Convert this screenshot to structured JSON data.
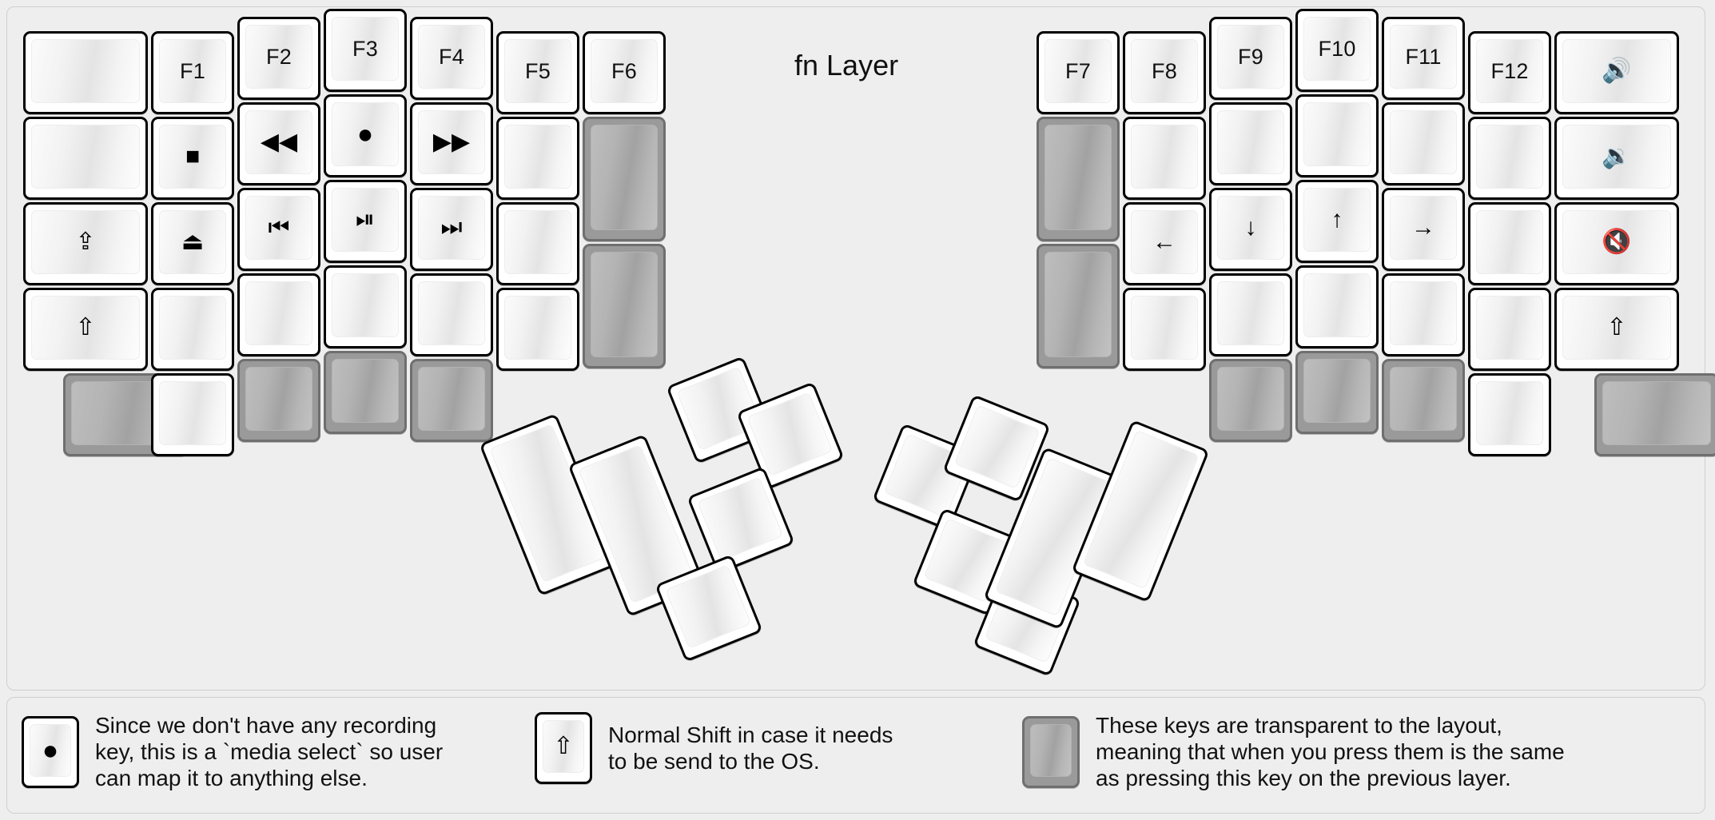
{
  "title": "fn Layer",
  "colors": {
    "background": "#eeeeee",
    "key_face": "#ffffff",
    "key_outline": "#000000",
    "transparent_key": "#9a9a9a",
    "text": "#111111"
  },
  "icons": {
    "record": "●",
    "stop": "■",
    "eject": "⏏",
    "rewind": "◀◀",
    "fast_forward": "▶▶",
    "prev_track": "⏮",
    "play_pause": "⏯",
    "next_track": "⏭",
    "caps_lock": "⇪",
    "shift": "⇧",
    "arrow_left": "←",
    "arrow_down": "↓",
    "arrow_up": "↑",
    "arrow_right": "→",
    "volume_up": "🔊",
    "volume_down": "🔉",
    "mute": "🔇"
  },
  "left_half": {
    "columns": [
      {
        "name": "col-outer",
        "keys": [
          {
            "name": "key-l-c0-r0",
            "label": "",
            "kind": "blank"
          },
          {
            "name": "key-l-c0-r1",
            "label": "",
            "kind": "blank"
          },
          {
            "name": "key-l-c0-r2",
            "label": "⇪",
            "kind": "glyph"
          },
          {
            "name": "key-l-c0-r3",
            "label": "⇧",
            "kind": "glyph"
          },
          {
            "name": "key-l-c0-r4",
            "label": "",
            "kind": "transparent"
          }
        ]
      },
      {
        "name": "col-pinky",
        "keys": [
          {
            "name": "key-l-c1-r0",
            "label": "F1",
            "kind": "text"
          },
          {
            "name": "key-l-c1-r1",
            "label": "■",
            "kind": "glyph"
          },
          {
            "name": "key-l-c1-r2",
            "label": "⏏",
            "kind": "glyph"
          },
          {
            "name": "key-l-c1-r3",
            "label": "",
            "kind": "blank"
          },
          {
            "name": "key-l-c1-r4",
            "label": "",
            "kind": "blank"
          }
        ]
      },
      {
        "name": "col-ring",
        "keys": [
          {
            "name": "key-l-c2-r0",
            "label": "F2",
            "kind": "text"
          },
          {
            "name": "key-l-c2-r1",
            "label": "◀◀",
            "kind": "glyph"
          },
          {
            "name": "key-l-c2-r2",
            "label": "⏮",
            "kind": "glyph"
          },
          {
            "name": "key-l-c2-r3",
            "label": "",
            "kind": "blank"
          },
          {
            "name": "key-l-c2-r4",
            "label": "",
            "kind": "transparent"
          }
        ]
      },
      {
        "name": "col-middle",
        "keys": [
          {
            "name": "key-l-c3-r0",
            "label": "F3",
            "kind": "text"
          },
          {
            "name": "key-l-c3-r1",
            "label": "●",
            "kind": "glyph"
          },
          {
            "name": "key-l-c3-r2",
            "label": "⏯",
            "kind": "glyph"
          },
          {
            "name": "key-l-c3-r3",
            "label": "",
            "kind": "blank"
          },
          {
            "name": "key-l-c3-r4",
            "label": "",
            "kind": "transparent"
          }
        ]
      },
      {
        "name": "col-index",
        "keys": [
          {
            "name": "key-l-c4-r0",
            "label": "F4",
            "kind": "text"
          },
          {
            "name": "key-l-c4-r1",
            "label": "▶▶",
            "kind": "glyph"
          },
          {
            "name": "key-l-c4-r2",
            "label": "⏭",
            "kind": "glyph"
          },
          {
            "name": "key-l-c4-r3",
            "label": "",
            "kind": "blank"
          },
          {
            "name": "key-l-c4-r4",
            "label": "",
            "kind": "transparent"
          }
        ]
      },
      {
        "name": "col-inner",
        "keys": [
          {
            "name": "key-l-c5-r0",
            "label": "F5",
            "kind": "text"
          },
          {
            "name": "key-l-c5-r1",
            "label": "",
            "kind": "blank"
          },
          {
            "name": "key-l-c5-r2",
            "label": "",
            "kind": "blank"
          },
          {
            "name": "key-l-c5-r3",
            "label": "",
            "kind": "blank"
          }
        ]
      },
      {
        "name": "col-innermost",
        "keys": [
          {
            "name": "key-l-c6-r0",
            "label": "F6",
            "kind": "text"
          },
          {
            "name": "key-l-c6-r1",
            "label": "",
            "kind": "transparent"
          },
          {
            "name": "key-l-c6-r2",
            "label": "",
            "kind": "transparent"
          }
        ]
      }
    ]
  },
  "right_half": {
    "columns": [
      {
        "name": "col-innermost",
        "keys": [
          {
            "name": "key-r-c0-r0",
            "label": "F7",
            "kind": "text"
          },
          {
            "name": "key-r-c0-r1",
            "label": "",
            "kind": "transparent"
          },
          {
            "name": "key-r-c0-r2",
            "label": "",
            "kind": "transparent"
          }
        ]
      },
      {
        "name": "col-inner",
        "keys": [
          {
            "name": "key-r-c1-r0",
            "label": "F8",
            "kind": "text"
          },
          {
            "name": "key-r-c1-r1",
            "label": "",
            "kind": "blank"
          },
          {
            "name": "key-r-c1-r2",
            "label": "←",
            "kind": "glyph"
          },
          {
            "name": "key-r-c1-r3",
            "label": "",
            "kind": "blank"
          }
        ]
      },
      {
        "name": "col-index",
        "keys": [
          {
            "name": "key-r-c2-r0",
            "label": "F9",
            "kind": "text"
          },
          {
            "name": "key-r-c2-r1",
            "label": "",
            "kind": "blank"
          },
          {
            "name": "key-r-c2-r2",
            "label": "↓",
            "kind": "glyph"
          },
          {
            "name": "key-r-c2-r3",
            "label": "",
            "kind": "blank"
          },
          {
            "name": "key-r-c2-r4",
            "label": "",
            "kind": "transparent"
          }
        ]
      },
      {
        "name": "col-middle",
        "keys": [
          {
            "name": "key-r-c3-r0",
            "label": "F10",
            "kind": "text"
          },
          {
            "name": "key-r-c3-r1",
            "label": "",
            "kind": "blank"
          },
          {
            "name": "key-r-c3-r2",
            "label": "↑",
            "kind": "glyph"
          },
          {
            "name": "key-r-c3-r3",
            "label": "",
            "kind": "blank"
          },
          {
            "name": "key-r-c3-r4",
            "label": "",
            "kind": "transparent"
          }
        ]
      },
      {
        "name": "col-ring",
        "keys": [
          {
            "name": "key-r-c4-r0",
            "label": "F11",
            "kind": "text"
          },
          {
            "name": "key-r-c4-r1",
            "label": "",
            "kind": "blank"
          },
          {
            "name": "key-r-c4-r2",
            "label": "→",
            "kind": "glyph"
          },
          {
            "name": "key-r-c4-r3",
            "label": "",
            "kind": "blank"
          },
          {
            "name": "key-r-c4-r4",
            "label": "",
            "kind": "transparent"
          }
        ]
      },
      {
        "name": "col-pinky",
        "keys": [
          {
            "name": "key-r-c5-r0",
            "label": "F12",
            "kind": "text"
          },
          {
            "name": "key-r-c5-r1",
            "label": "",
            "kind": "blank"
          },
          {
            "name": "key-r-c5-r2",
            "label": "",
            "kind": "blank"
          },
          {
            "name": "key-r-c5-r3",
            "label": "",
            "kind": "blank"
          },
          {
            "name": "key-r-c5-r4",
            "label": "",
            "kind": "blank"
          }
        ]
      },
      {
        "name": "col-outer",
        "keys": [
          {
            "name": "key-r-c6-r0",
            "label": "🔊",
            "kind": "glyph"
          },
          {
            "name": "key-r-c6-r1",
            "label": "🔉",
            "kind": "glyph"
          },
          {
            "name": "key-r-c6-r2",
            "label": "🔇",
            "kind": "glyph"
          },
          {
            "name": "key-r-c6-r3",
            "label": "⇧",
            "kind": "glyph"
          },
          {
            "name": "key-r-c6-r4",
            "label": "",
            "kind": "transparent"
          }
        ]
      }
    ]
  },
  "left_thumb_cluster": {
    "name": "left-thumb-cluster",
    "keys": [
      {
        "name": "thumb-l-1",
        "label": "",
        "kind": "blank"
      },
      {
        "name": "thumb-l-2",
        "label": "",
        "kind": "blank"
      },
      {
        "name": "thumb-l-3",
        "label": "",
        "kind": "blank"
      },
      {
        "name": "thumb-l-4",
        "label": "",
        "kind": "blank"
      },
      {
        "name": "thumb-l-5",
        "label": "",
        "kind": "blank"
      },
      {
        "name": "thumb-l-6",
        "label": "",
        "kind": "blank"
      }
    ]
  },
  "right_thumb_cluster": {
    "name": "right-thumb-cluster",
    "keys": [
      {
        "name": "thumb-r-1",
        "label": "",
        "kind": "blank"
      },
      {
        "name": "thumb-r-2",
        "label": "",
        "kind": "blank"
      },
      {
        "name": "thumb-r-3",
        "label": "",
        "kind": "blank"
      },
      {
        "name": "thumb-r-4",
        "label": "",
        "kind": "blank"
      },
      {
        "name": "thumb-r-5",
        "label": "",
        "kind": "blank"
      },
      {
        "name": "thumb-r-6",
        "label": "",
        "kind": "blank"
      }
    ]
  },
  "legend": [
    {
      "name": "legend-record",
      "icon": "●",
      "icon_name": "record-icon",
      "kind": "glyph",
      "text": "Since we don't have any recording\nkey, this is a `media select` so user\ncan map it to anything else."
    },
    {
      "name": "legend-shift",
      "icon": "⇧",
      "icon_name": "shift-icon",
      "kind": "glyph",
      "text": "Normal Shift in case it needs\nto be send to the OS."
    },
    {
      "name": "legend-transparent",
      "icon": "",
      "icon_name": "transparent-key-icon",
      "kind": "transparent",
      "text": "These keys are transparent to the layout,\nmeaning that when you press them is the same\nas pressing this key on the previous layer."
    }
  ]
}
